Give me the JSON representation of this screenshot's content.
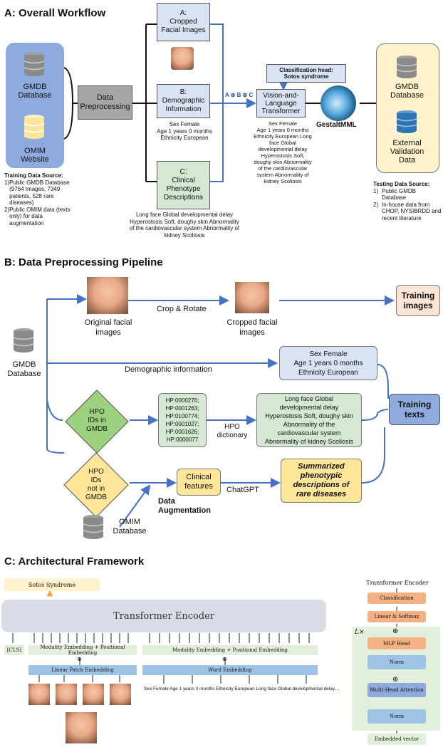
{
  "sectionA": {
    "title": "A: Overall Workflow",
    "gmdb_label": "GMDB\nDatabase",
    "omim_label": "OMIM\nWebsite",
    "preprocessing": "Data\nPreprocessing",
    "boxA": "A:\nCropped\nFacial Images",
    "boxB": "B:\nDemographic\nInformation",
    "boxC": "C:\nClinical\nPhenotype\nDescriptions",
    "demo_text": "Sex Female\nAge 1 years 0 months\nEthnicity European",
    "clinical_text": "Long face Global developmental delay\nHyperostosis Soft, doughy skin Abnormality\nof the cardiovascular system Abnormality of\nkidney Scoliosis",
    "concat_label": "A ⊕ B ⊕ C",
    "classification_head": "Classification head:\nSotos syndrome",
    "vlt": "Vision-and-\nLanguage\nTransformer",
    "vlt_text": "Sex Female\nAge 1 years 0 months\nEthnicity European Long\nface Global\ndevelopmental delay\nHyperostosis Soft,\ndoughy skin Abnormality\nof the cardiovascular\nsystem Abnormality of\nkidney Scoliosis",
    "gestalt": "GestaltMML",
    "test_gmdb": "GMDB\nDatabase",
    "test_external": "External\nValidation\nData",
    "training_source_title": "Training Data Source",
    "training_source_items": [
      "Public GMDB Database (9764 Images, 7349 patients, 528 rare diseases)",
      "Public OMIM data (texts only) for data augmentation"
    ],
    "testing_source_title": "Testing Data Source",
    "testing_source_items": [
      "Public GMDB Database",
      "In-house data from CHOP, NYSIBRDD and recent literature"
    ]
  },
  "sectionB": {
    "title": "B: Data Preprocessing Pipeline",
    "gmdb": "GMDB\nDatabase",
    "original_images": "Original facial\nimages",
    "crop_rotate": "Crop & Rotate",
    "cropped_images": "Cropped facial\nimages",
    "training_images": "Training\nimages",
    "demographic_info": "Demographic information",
    "demo_box": "Sex Female\nAge 1 years 0 months\nEthnicity European",
    "training_texts": "Training\ntexts",
    "hpo_in": "HPO\nIDs in\nGMDB",
    "hpo_ids": "HP:0000276;\nHP:0001263;\nHP:0100774;\nHP:0001027;\nHP:0001626;\nHP:0000077",
    "hpo_dictionary": "HPO\ndictionary",
    "phenotype_box": "Long face Global\ndevelopmental delay\nHyperostosis Soft, doughy skin\nAbnormality of the\ncardiovascular system\nAbnormality of kidney Scoliosis",
    "hpo_not_in": "HPO\nIDs\nnot in\nGMDB",
    "clinical_features": "Clinical\nfeatures",
    "chatgpt": "ChatGPT",
    "summarized": "Summarized\nphenotypic\ndescriptions of\nrare diseases",
    "data_augmentation": "Data\nAugmentation",
    "omim": "OMIM\nDatabase"
  },
  "sectionC": {
    "title": "C: Architectural Framework",
    "sotos": "Sotos Syndrome",
    "transformer_encoder": "Transformer Encoder",
    "cls": "[CLS]",
    "modality_left": "Modality Embedding + Positional Embedding",
    "modality_right": "Modality Embedding + Positional Embedding",
    "linear_patch": "Linear Patch Embedding",
    "word_embedding": "Word Embedding",
    "token_text": "Sex Female Age 1 years 0 months Ethnicity European Long face Global developmental delay…",
    "enc_title": "Transformer Encoder",
    "enc_classification": "Classification",
    "enc_linear_softmax": "Linear & Softmax",
    "enc_lx": "L×",
    "enc_mlp": "MLP Head",
    "enc_norm1": "Norm",
    "enc_mha": "Multi-Head Attention",
    "enc_norm2": "Norm",
    "enc_embedded": "Embedded vector",
    "oplus": "⊕"
  },
  "colors": {
    "line_blue": "#4472c4",
    "db_blue_bg": "#8faadc",
    "light_blue": "#dae3f3",
    "gray_box": "#a6a6a6",
    "green_box": "#d5e8d4",
    "green_diamond": "#9bd17f",
    "yellow": "#ffe699",
    "peach": "#fbe5d6",
    "orange": "#f4b183",
    "light_green_bg": "#e2efda"
  }
}
